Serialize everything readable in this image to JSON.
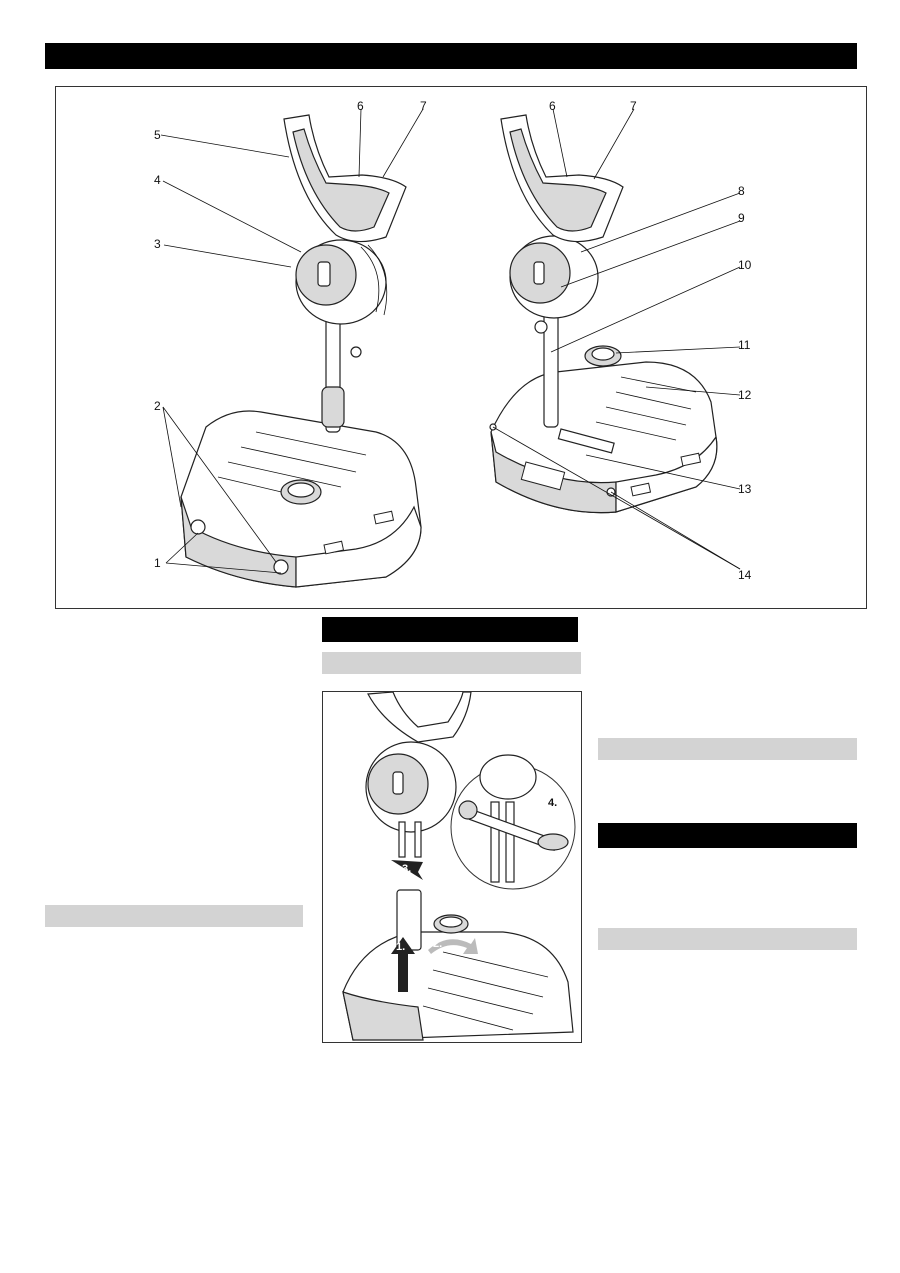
{
  "figure_main": {
    "callouts_left": [
      "1",
      "2",
      "3",
      "4",
      "5",
      "6",
      "7"
    ],
    "callouts_right": [
      "6",
      "7",
      "8",
      "9",
      "10",
      "11",
      "12",
      "13",
      "14"
    ]
  },
  "figure_assembly": {
    "steps": [
      "1.",
      "2.",
      "3.",
      "4."
    ]
  }
}
